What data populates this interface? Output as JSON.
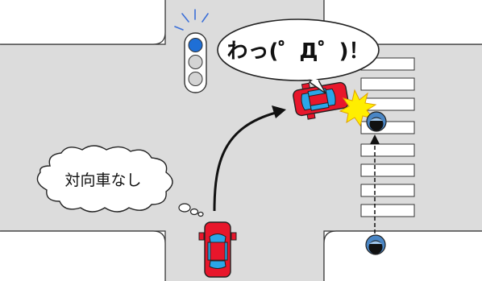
{
  "scene": {
    "thought_bubble_text": "対向車なし",
    "speech_bubble_text": "わっ(゜Д゜)！"
  },
  "traffic_light": {
    "lit_lamp": "top",
    "lit_color": "#1f6fd6",
    "unlit_color": "#d4d4d4"
  },
  "colors": {
    "road": "#dcdcdc",
    "car_body": "#e8162b",
    "car_window": "#2aa6e8",
    "collision_flash": "#ffee00",
    "pedestrian_helmet": "#4a86c5"
  }
}
